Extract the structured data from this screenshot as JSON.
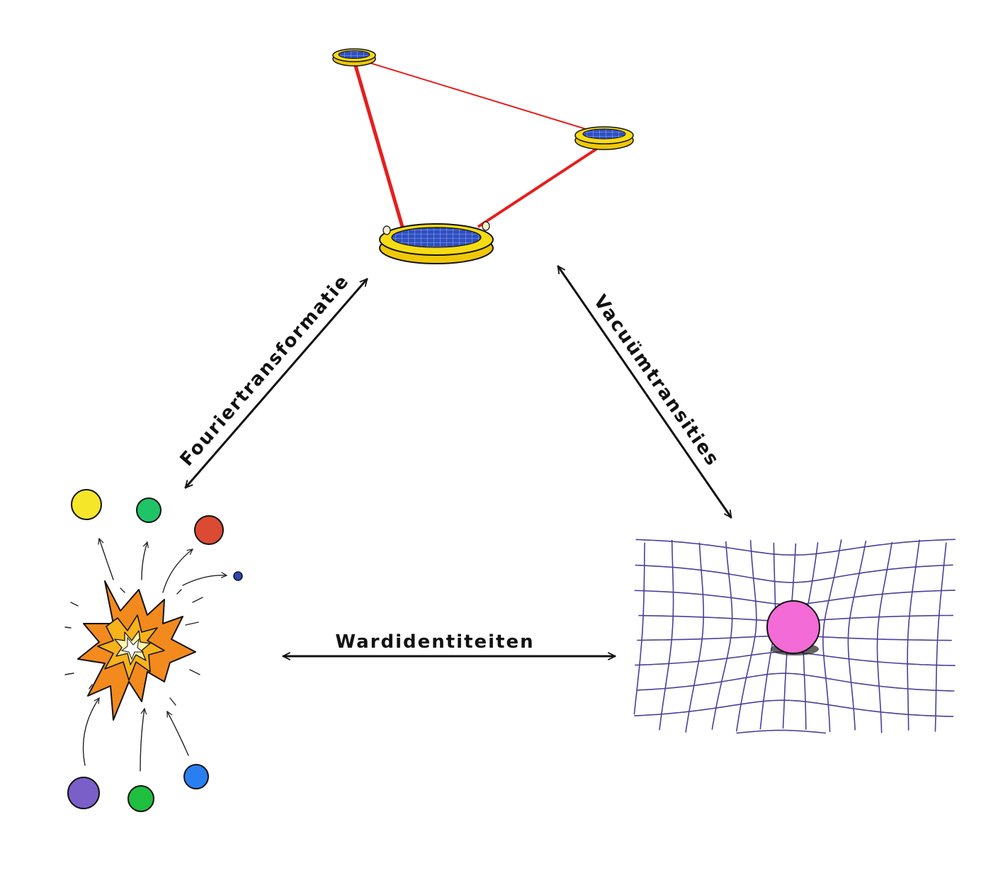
{
  "diagram": {
    "edges": [
      {
        "id": "left",
        "label": "Fouriertransformatie"
      },
      {
        "id": "right",
        "label": "Vacuümtransities"
      },
      {
        "id": "bottom",
        "label": "Wardidentiteiten"
      }
    ]
  },
  "colors": {
    "laser": "#e61e1e",
    "ring": "#f5dc14",
    "panel": "#2f4fc0",
    "grid": "#4a3f9a",
    "mass": "#f26bd6",
    "explosion_outer": "#f28a1e",
    "explosion_inner": "#f7d21c",
    "particles": [
      "#f5e62a",
      "#1fc466",
      "#dc4a33",
      "#2b45b8",
      "#7b5fc9",
      "#1fbf3f",
      "#2a7ff0"
    ]
  }
}
